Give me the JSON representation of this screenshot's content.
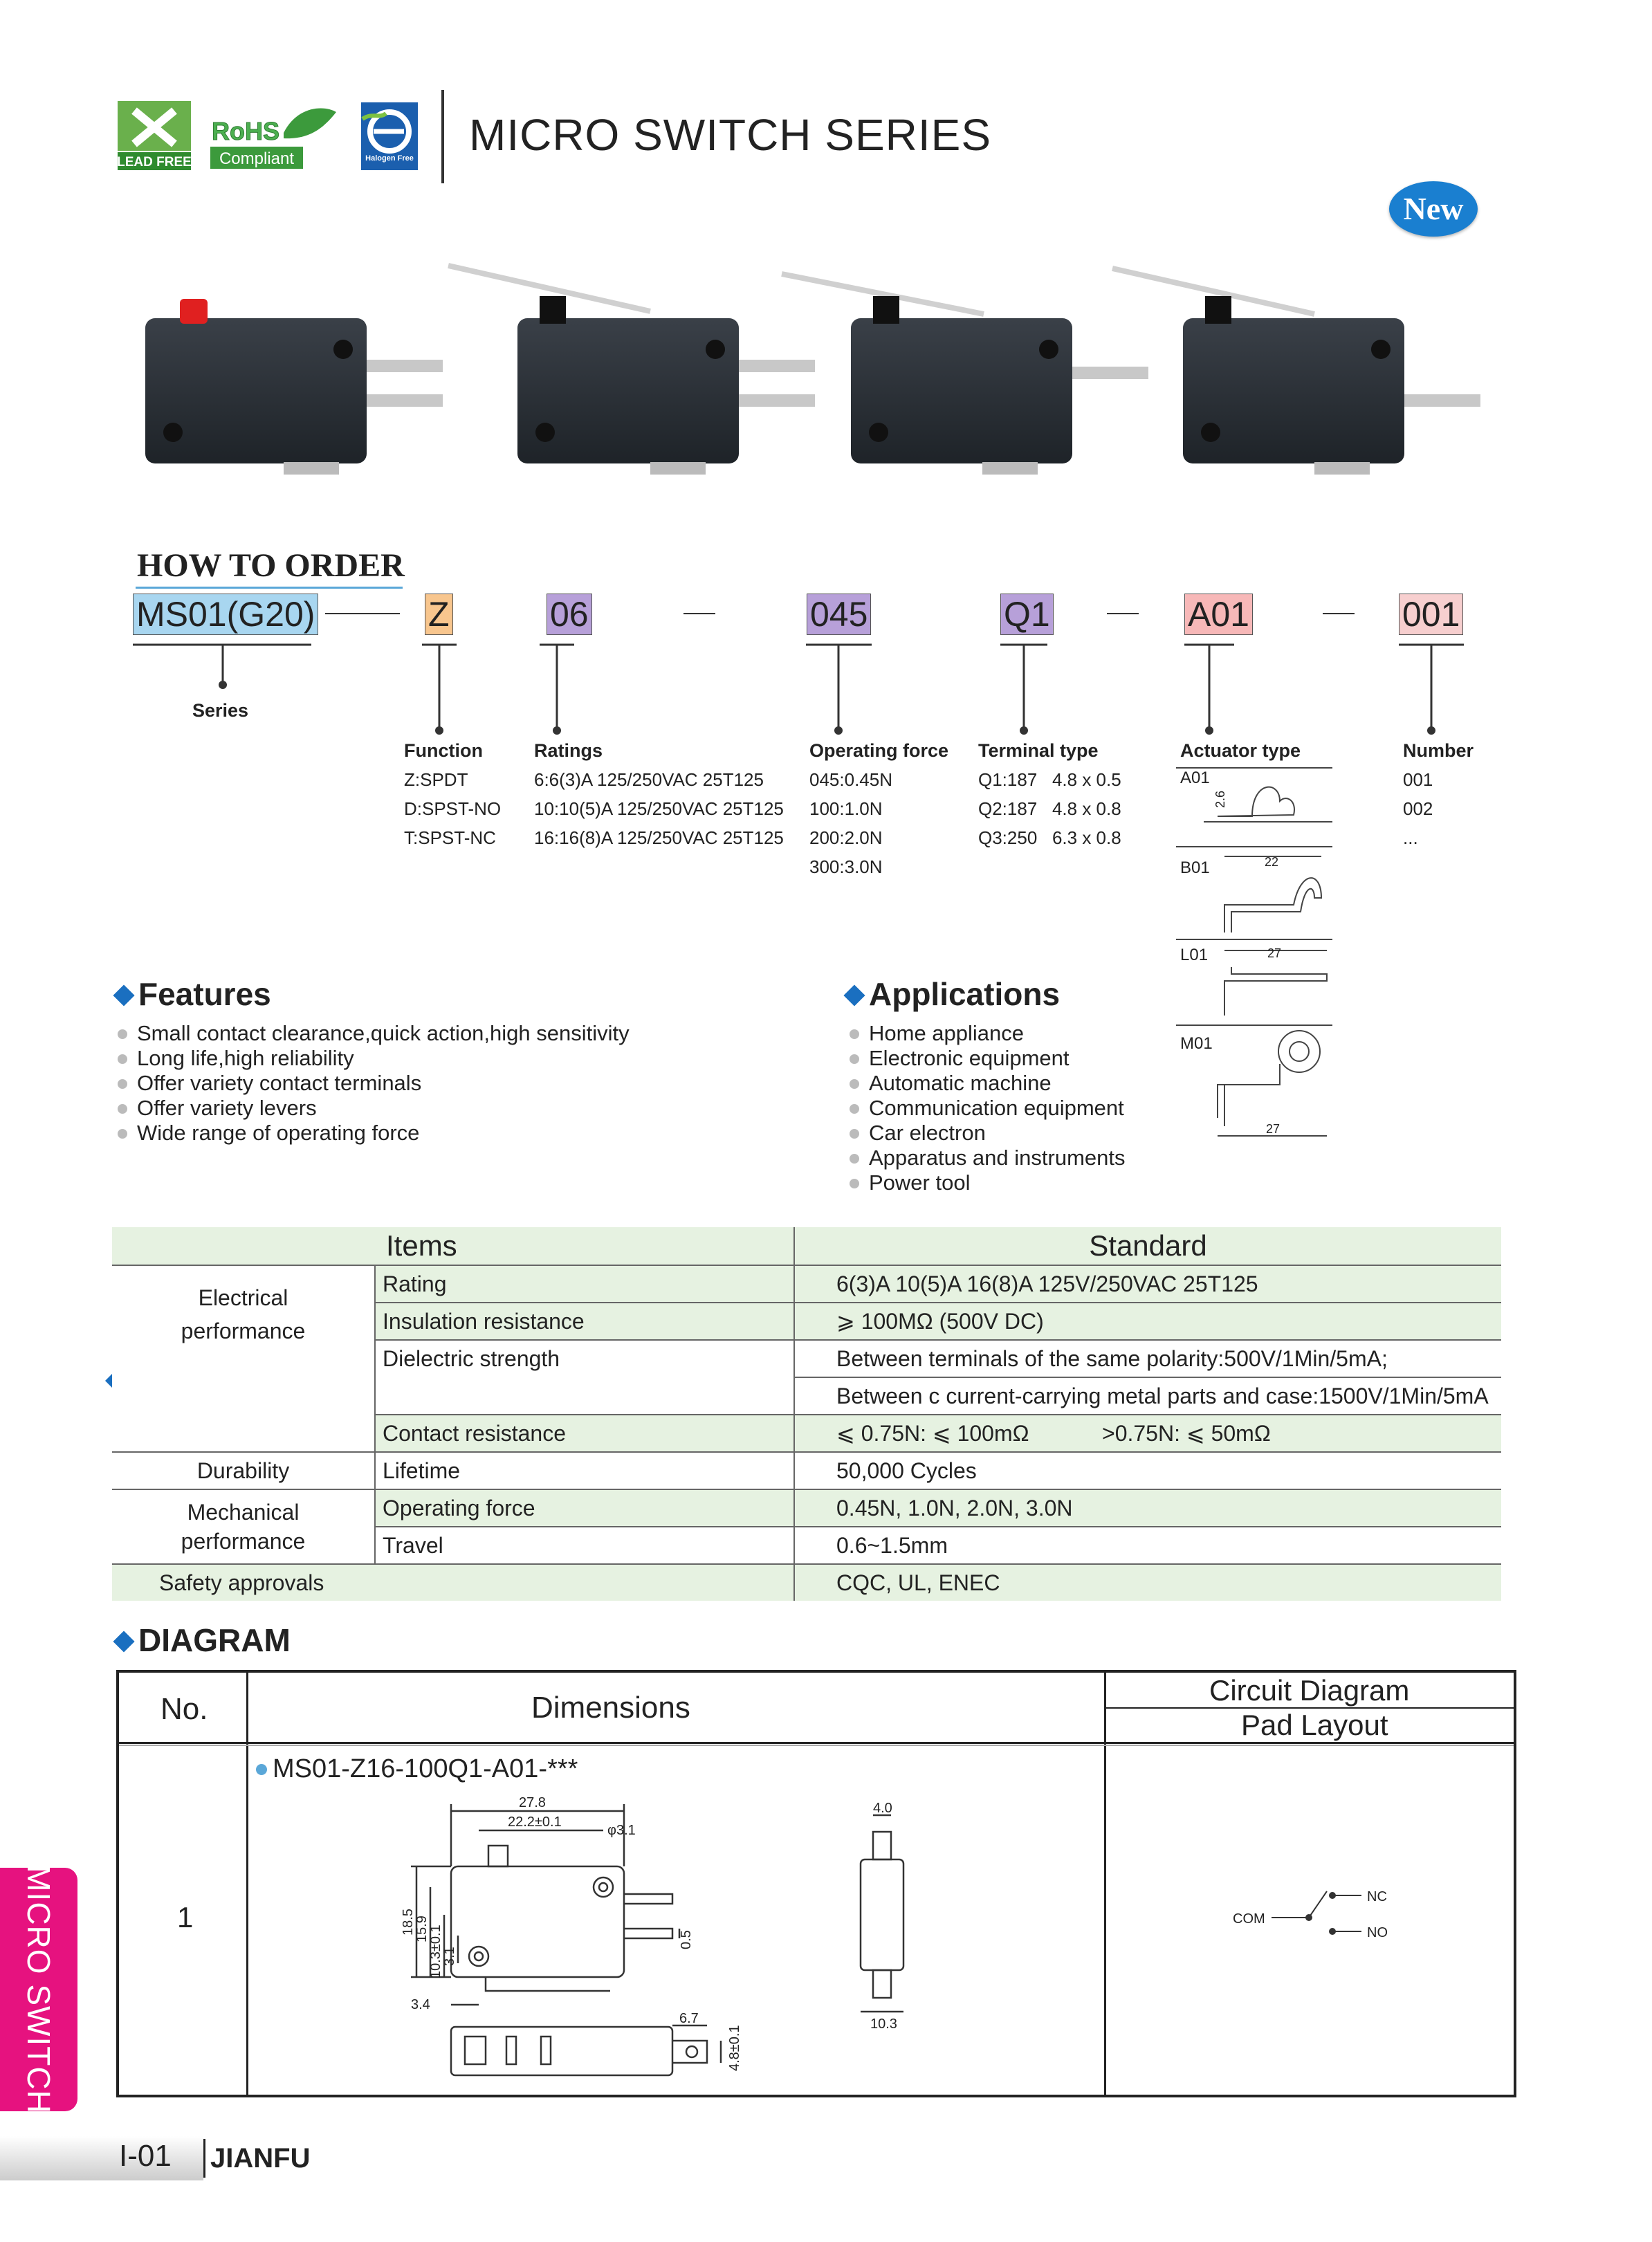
{
  "header": {
    "title": "MICRO SWITCH SERIES",
    "logos": {
      "lead_free": "LEAD FREE",
      "rohs": "RoHS",
      "rohs_sub": "Compliant",
      "halogen": "Halogen Free"
    },
    "badge": "New"
  },
  "order": {
    "title": "HOW TO ORDER",
    "codes": [
      "MS01(G20)",
      "Z",
      "06",
      "045",
      "Q1",
      "A01",
      "001"
    ],
    "series_label": "Series",
    "function": {
      "label": "Function",
      "options": [
        "Z:SPDT",
        "D:SPST-NO",
        "T:SPST-NC"
      ]
    },
    "ratings": {
      "label": "Ratings",
      "options": [
        "6:6(3)A 125/250VAC 25T125",
        "10:10(5)A 125/250VAC 25T125",
        "16:16(8)A 125/250VAC 25T125"
      ]
    },
    "operating_force": {
      "label": "Operating force",
      "options": [
        "045:0.45N",
        "100:1.0N",
        "200:2.0N",
        "300:3.0N"
      ]
    },
    "terminal_type": {
      "label": "Terminal type",
      "options": [
        "Q1:187   4.8 x 0.5",
        "Q2:187   4.8 x 0.8",
        "Q3:250   6.3 x 0.8"
      ]
    },
    "actuator_type": {
      "label": "Actuator type",
      "options": [
        {
          "code": "A01",
          "dim": "2.6"
        },
        {
          "code": "B01",
          "dim": "22"
        },
        {
          "code": "L01",
          "dim": "27"
        },
        {
          "code": "M01",
          "dim": "27"
        }
      ]
    },
    "number": {
      "label": "Number",
      "options": [
        "001",
        "002",
        "..."
      ]
    }
  },
  "features": {
    "title": "Features",
    "items": [
      "Small contact clearance,quick action,high sensitivity",
      "Long life,high reliability",
      "Offer variety contact terminals",
      "Offer variety levers",
      "Wide range of operating force"
    ]
  },
  "applications": {
    "title": "Applications",
    "items": [
      "Home appliance",
      "Electronic equipment",
      "Automatic machine",
      "Communication equipment",
      "Car electron",
      "Apparatus and instruments",
      "Power tool"
    ]
  },
  "spec_table": {
    "col_items": "Items",
    "col_standard": "Standard",
    "groups": {
      "electrical": "Electrical performance",
      "durability": "Durability",
      "mechanical": "Mechanical performance",
      "safety": "Safety approvals"
    },
    "rows": {
      "rating": {
        "item": "Rating",
        "value": "6(3)A 10(5)A 16(8)A 125V/250VAC 25T125"
      },
      "insulation": {
        "item": "Insulation resistance",
        "value": "⩾ 100MΩ (500V DC)"
      },
      "dielectric": {
        "item": "Dielectric strength",
        "value1": "Between terminals of the same polarity:500V/1Min/5mA;",
        "value2": "Between c current-carrying metal parts and case:1500V/1Min/5mA"
      },
      "contact": {
        "item": "Contact resistance",
        "value_a": "⩽ 0.75N: ⩽ 100mΩ",
        "value_b": ">0.75N: ⩽ 50mΩ"
      },
      "lifetime": {
        "item": "Lifetime",
        "value": "50,000 Cycles"
      },
      "operating_force": {
        "item": "Operating force",
        "value": "0.45N, 1.0N, 2.0N, 3.0N"
      },
      "travel": {
        "item": "Travel",
        "value": "0.6~1.5mm"
      },
      "safety": {
        "value": "CQC, UL, ENEC"
      }
    }
  },
  "diagram": {
    "title": "DIAGRAM",
    "col_no": "No.",
    "col_dimensions": "Dimensions",
    "col_circuit": "Circuit Diagram",
    "col_pad": "Pad Layout",
    "row_no": "1",
    "model": "MS01-Z16-100Q1-A01-***",
    "dims": {
      "d1": "27.8",
      "d2": "22.2±0.1",
      "d3": "φ3.1",
      "d4": "18.5",
      "d5": "15.9",
      "d6": "10.3±0.1",
      "d7": "3.1",
      "d8": "3.4",
      "d9": "0.5",
      "d10": "4.0",
      "d11": "10.3",
      "d12": "6.7",
      "d13": "4.8±0.1"
    },
    "circuit": {
      "com": "COM",
      "nc": "NC",
      "no": "NO"
    }
  },
  "side_tab": "MICRO SWITCH",
  "footer": {
    "page": "I-01",
    "brand": "JIANFU"
  }
}
